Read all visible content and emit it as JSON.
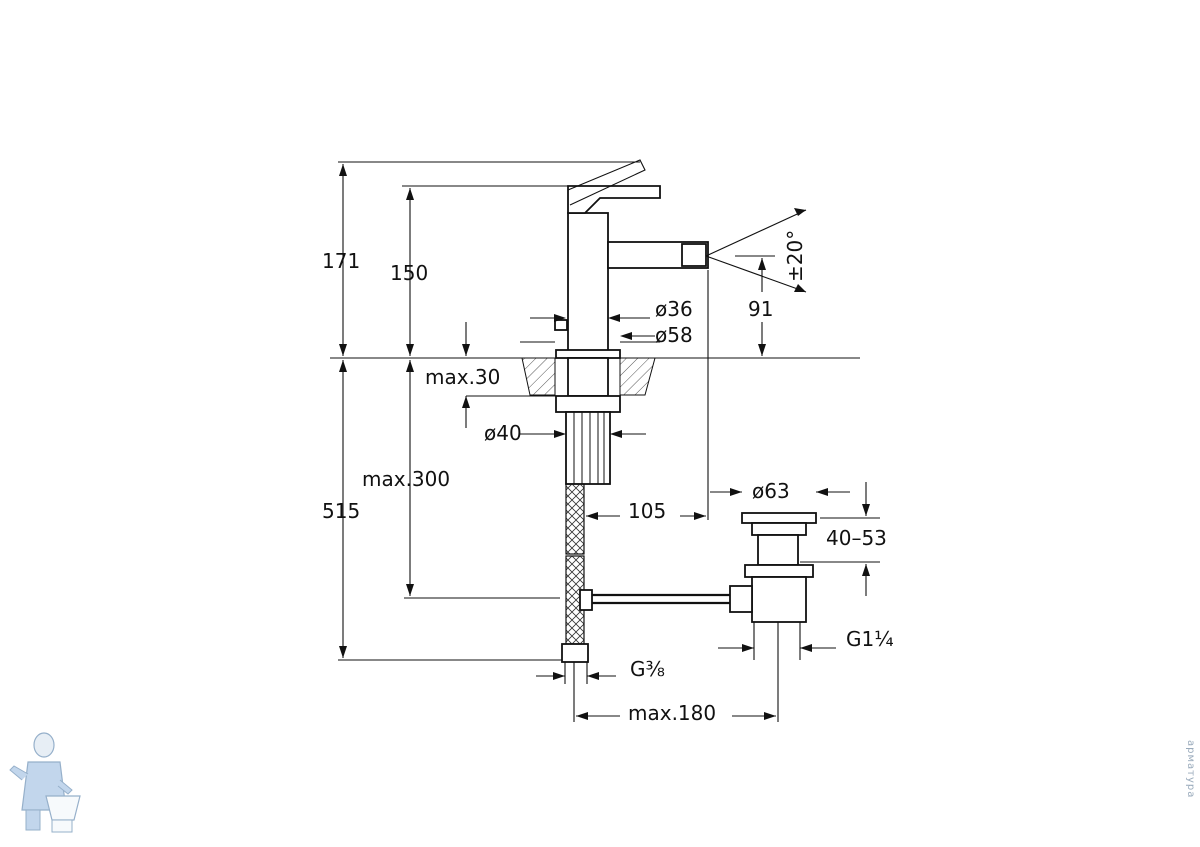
{
  "dimensions": {
    "total_height": "171",
    "lever_height": "150",
    "spray_angle": "±20°",
    "outlet_height": "91",
    "body_diameter": "ø36",
    "base_diameter": "ø58",
    "deck_thickness": "max.30",
    "nut_diameter": "ø40",
    "hose_length": "max.300",
    "below_deck": "515",
    "waste_projection": "105",
    "waste_head_diameter": "ø63",
    "waste_range": "40–53",
    "waste_thread": "G1¼",
    "supply_thread": "G⅜",
    "rod_length": "max.180"
  },
  "watermark_text": "арматура"
}
